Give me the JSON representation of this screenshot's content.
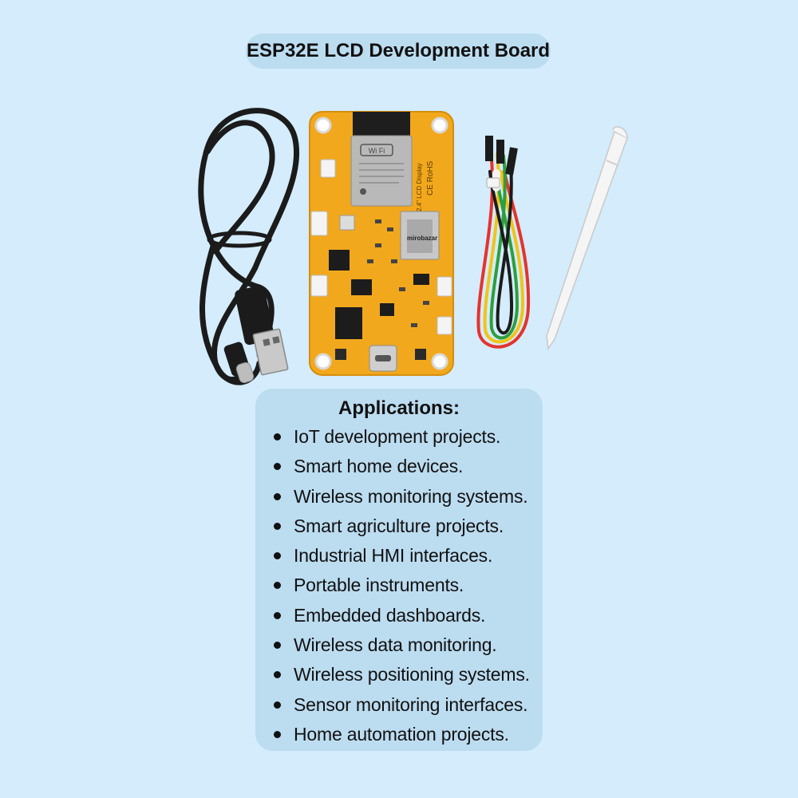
{
  "title": "ESP32E LCD Development Board",
  "board_markings": {
    "wifi_logo": "Wi Fi",
    "brand_logo": "mirobazar",
    "cert": "CE RoHS",
    "silkscreen": "2.4\" LCD Display"
  },
  "applications": {
    "heading": "Applications:",
    "items": [
      "IoT development projects.",
      "Smart home devices.",
      "Wireless monitoring systems.",
      "Smart agriculture projects.",
      "Industrial HMI interfaces.",
      "Portable instruments.",
      "Embedded dashboards.",
      "Wireless data monitoring.",
      "Wireless positioning systems.",
      "Sensor monitoring interfaces.",
      "Home automation projects."
    ]
  },
  "colors": {
    "background": "#d4ecfb",
    "panel": "#bcdcf0",
    "pcb": "#f2a81d",
    "cable": "#1b1b1b",
    "stylus": "#f4f4f4"
  }
}
